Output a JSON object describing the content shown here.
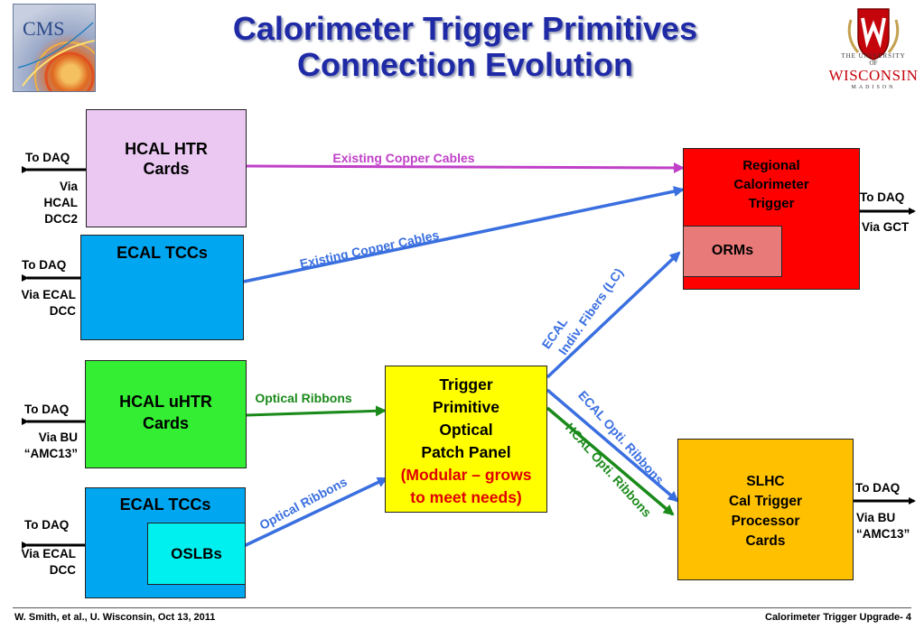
{
  "header": {
    "title_line1": "Calorimeter Trigger Primitives",
    "title_line2": "Connection Evolution",
    "left_logo_text": "CMS",
    "right_logo_line1": "THE UNIVERSITY",
    "right_logo_line2": "OF",
    "right_logo_line3": "WISCONSIN",
    "right_logo_line4": "MADISON"
  },
  "boxes": {
    "hcal_htr": "HCAL HTR Cards",
    "ecal_tccs_top": "ECAL TCCs",
    "hcal_uhtr_line1": "HCAL uHTR",
    "hcal_uhtr_line2": "Cards",
    "ecal_tccs_bottom": "ECAL TCCs",
    "oslbs": "OSLBs",
    "patch_line1": "Trigger",
    "patch_line2": "Primitive",
    "patch_line3": "Optical",
    "patch_line4": "Patch Panel",
    "patch_modular_line1": "(Modular – grows",
    "patch_modular_line2": "to meet needs)",
    "rct_line1": "Regional",
    "rct_line2": "Calorimeter",
    "rct_line3": "Trigger",
    "orms": "ORMs",
    "slhc_line1": "SLHC",
    "slhc_line2": "Cal Trigger",
    "slhc_line3": "Processor",
    "slhc_line4": "Cards"
  },
  "side_labels": {
    "hcal_htr_daq": "To DAQ",
    "hcal_htr_via1": "Via",
    "hcal_htr_via2": "HCAL",
    "hcal_htr_via3": "DCC2",
    "ecal_top_daq": "To DAQ",
    "ecal_top_via1": "Via ECAL",
    "ecal_top_via2": "DCC",
    "uhtr_daq": "To DAQ",
    "uhtr_via1": "Via BU",
    "uhtr_via2": "“AMC13”",
    "ecal_bottom_daq": "To DAQ",
    "ecal_bottom_via1": "Via ECAL",
    "ecal_bottom_via2": "DCC",
    "rct_daq": "To DAQ",
    "rct_via": "Via GCT",
    "slhc_daq": "To DAQ",
    "slhc_via1": "Via BU",
    "slhc_via2": "“AMC13”"
  },
  "connections": {
    "copper_top": "Existing Copper Cables",
    "copper_ecal": "Existing Copper Cables",
    "optical_uhtr": "Optical Ribbons",
    "optical_ecal": "Optical Ribbons",
    "ecal_fibers_line1": "ECAL",
    "ecal_fibers_line2": "Indiv. Fibers (LC)",
    "ecal_opti": "ECAL Opti. Ribbons",
    "hcal_opti": "HCAL Opti. Ribbons"
  },
  "footer": {
    "left": "W. Smith, et al., U. Wisconsin, Oct 13, 2011",
    "right": "Calorimeter Trigger  Upgrade-  4"
  },
  "colors": {
    "title_blue": "#1f2aa6",
    "hcal_htr_fill": "#eac8f2",
    "ecal_fill": "#00a6ef",
    "uhtr_fill": "#33ee33",
    "oslb_fill": "#00f0f0",
    "patch_fill": "#ffff00",
    "rct_fill": "#ff0000",
    "orm_fill": "#e87a7a",
    "slhc_fill": "#ffc000",
    "copper_magenta": "#c040c8",
    "link_blue": "#3a6fe0",
    "link_green": "#1a8a1a"
  }
}
